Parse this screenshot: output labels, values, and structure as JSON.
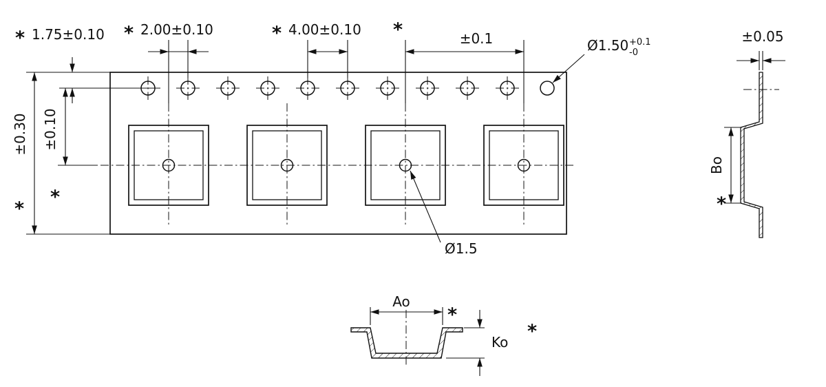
{
  "labels": {
    "asterisk": "*",
    "edge_to_sprocket": "1.75±0.10",
    "sprocket_to_pocket": "2.00±0.10",
    "sprocket_pitch": "4.00±0.10",
    "pocket_pitch_tolerance": "±0.1",
    "sprocket_hole_dia": "Ø1.50",
    "sprocket_hole_tol_plus": "+0.1",
    "sprocket_hole_tol_minus": "-0",
    "thickness_tolerance": "±0.05",
    "tape_width_tolerance": "±0.30",
    "centerline_tolerance": "±0.10",
    "pocket_width_side": "Bo",
    "pocket_hole_dia": "Ø1.5",
    "pocket_width_bottom": "Ao",
    "pocket_depth": "Ko"
  }
}
